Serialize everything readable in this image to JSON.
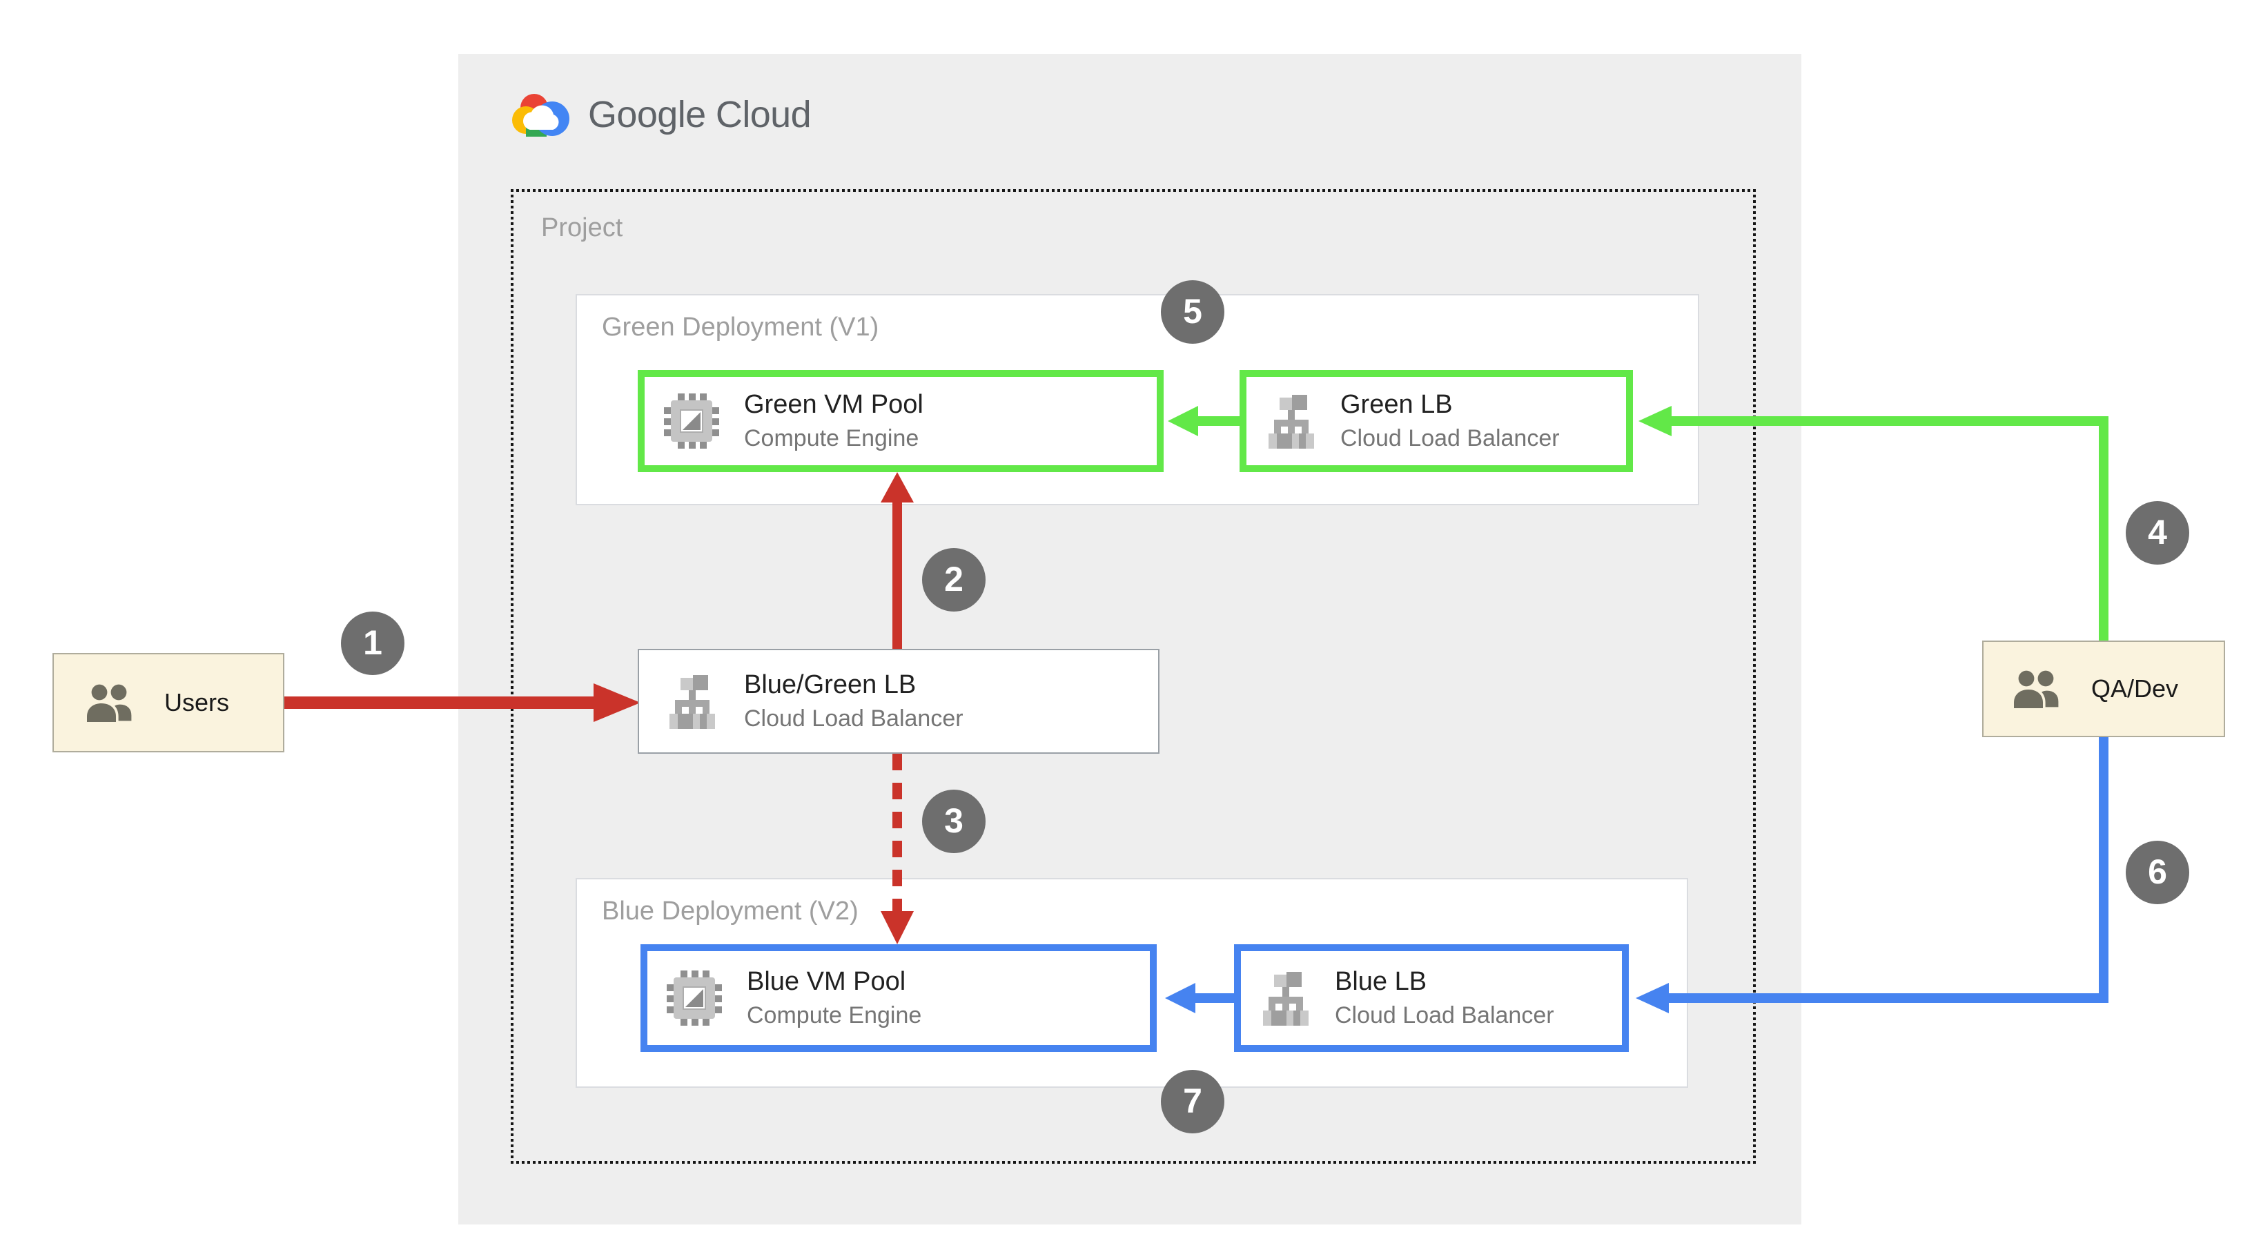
{
  "colors": {
    "red": "#CA332A",
    "green": "#62E848",
    "blue": "#4683F0",
    "badge_grey": "#6E6E6E",
    "panel_grey": "#EEEEEE",
    "cream": "#FAF3DE",
    "cream_border": "#AFAC9C",
    "box_border_grey": "#DADCE0",
    "label_grey": "#9E9E9E",
    "title_dark": "#212121",
    "subtitle_grey": "#757575",
    "logo_text_grey": "#5F6368",
    "icon_grey": "#9E9E9E"
  },
  "logo": {
    "label": "Google Cloud"
  },
  "project": {
    "label": "Project"
  },
  "green_deployment": {
    "label": "Green Deployment (V1)"
  },
  "blue_deployment": {
    "label": "Blue Deployment (V2)"
  },
  "nodes": {
    "green_vm": {
      "title": "Green VM Pool",
      "subtitle": "Compute Engine"
    },
    "green_lb": {
      "title": "Green LB",
      "subtitle": "Cloud Load Balancer"
    },
    "bluegreen_lb": {
      "title": "Blue/Green LB",
      "subtitle": "Cloud Load Balancer"
    },
    "blue_vm": {
      "title": "Blue VM Pool",
      "subtitle": "Compute Engine"
    },
    "blue_lb": {
      "title": "Blue LB",
      "subtitle": "Cloud Load Balancer"
    },
    "users": {
      "label": "Users"
    },
    "qa_dev": {
      "label": "QA/Dev"
    }
  },
  "steps": [
    {
      "number": "1"
    },
    {
      "number": "2"
    },
    {
      "number": "3"
    },
    {
      "number": "4"
    },
    {
      "number": "5"
    },
    {
      "number": "6"
    },
    {
      "number": "7"
    }
  ]
}
